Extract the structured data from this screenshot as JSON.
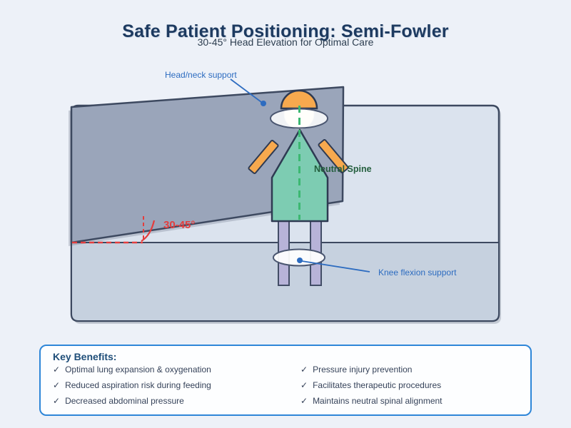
{
  "header": {
    "title": "Safe Patient Positioning: Semi-Fowler",
    "subtitle": "30-45° Head Elevation for Optimal Care"
  },
  "diagram": {
    "labels": {
      "head_support": "Head/neck support",
      "knee_support": "Knee flexion support",
      "neutral_spine": "Neutral Spine",
      "angle": "30-45°"
    },
    "colors": {
      "background": "#edf1f8",
      "backrest": "#9aa5ba",
      "bed_upper": "#dbe3ee",
      "bed_lower": "#c6d1df",
      "outline": "#3d4960",
      "torso": "#7dccb2",
      "limb_orange": "#f7a94e",
      "legs": "#b7b3d8",
      "pillow": "#ffffff",
      "face": "#fcf3e2",
      "spine_green": "#3cb871",
      "spine_text_green": "#235e3d",
      "label_blue": "#2d6cc0",
      "angle_red": "#e43d3d",
      "title_navy": "#1d3a60",
      "benefits_border": "#2e86d8",
      "benefits_heading": "#1f4e79",
      "benefits_text": "#36435a"
    }
  },
  "benefits": {
    "heading": "Key Benefits:",
    "check": "✓",
    "columns": [
      {
        "items": [
          "Optimal lung expansion & oxygenation",
          "Reduced aspiration risk during feeding",
          "Decreased abdominal pressure"
        ]
      },
      {
        "items": [
          "Pressure injury prevention",
          "Facilitates therapeutic procedures",
          "Maintains neutral spinal alignment"
        ]
      }
    ]
  }
}
